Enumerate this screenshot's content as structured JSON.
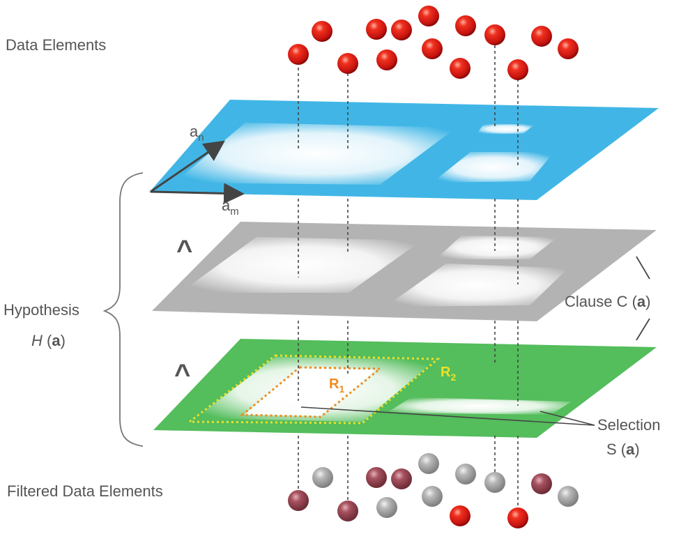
{
  "labels": {
    "data_elements": "Data Elements",
    "filtered_data_elements": "Filtered Data Elements",
    "hypothesis": "Hypothesis",
    "hypothesis_symbol": "H",
    "clause_prefix": "Clause C (",
    "clause_arg": "a",
    "selection": "Selection",
    "selection_prefix": "S (",
    "selection_arg": "a",
    "paren_close": ")",
    "paren_open": " (",
    "hypothesis_arg": "a",
    "axis_n_base": "a",
    "axis_n_sub": "n",
    "axis_m_base": "a",
    "axis_m_sub": "m",
    "region_1_base": "R",
    "region_1_sub": "1",
    "region_2_base": "R",
    "region_2_sub": "2",
    "and_symbol_1": "^",
    "and_symbol_2": "^"
  },
  "colors": {
    "plane_top": "#41b6e6",
    "plane_middle": "#b3b3b4",
    "plane_bottom": "#54bd5c",
    "sphere_red": "#e0201b",
    "sphere_gray": "#a8a8a8",
    "sphere_faded": "#9c4654",
    "region_1": "#f08a1c",
    "region_2": "#ece02a",
    "text": "#555555"
  }
}
